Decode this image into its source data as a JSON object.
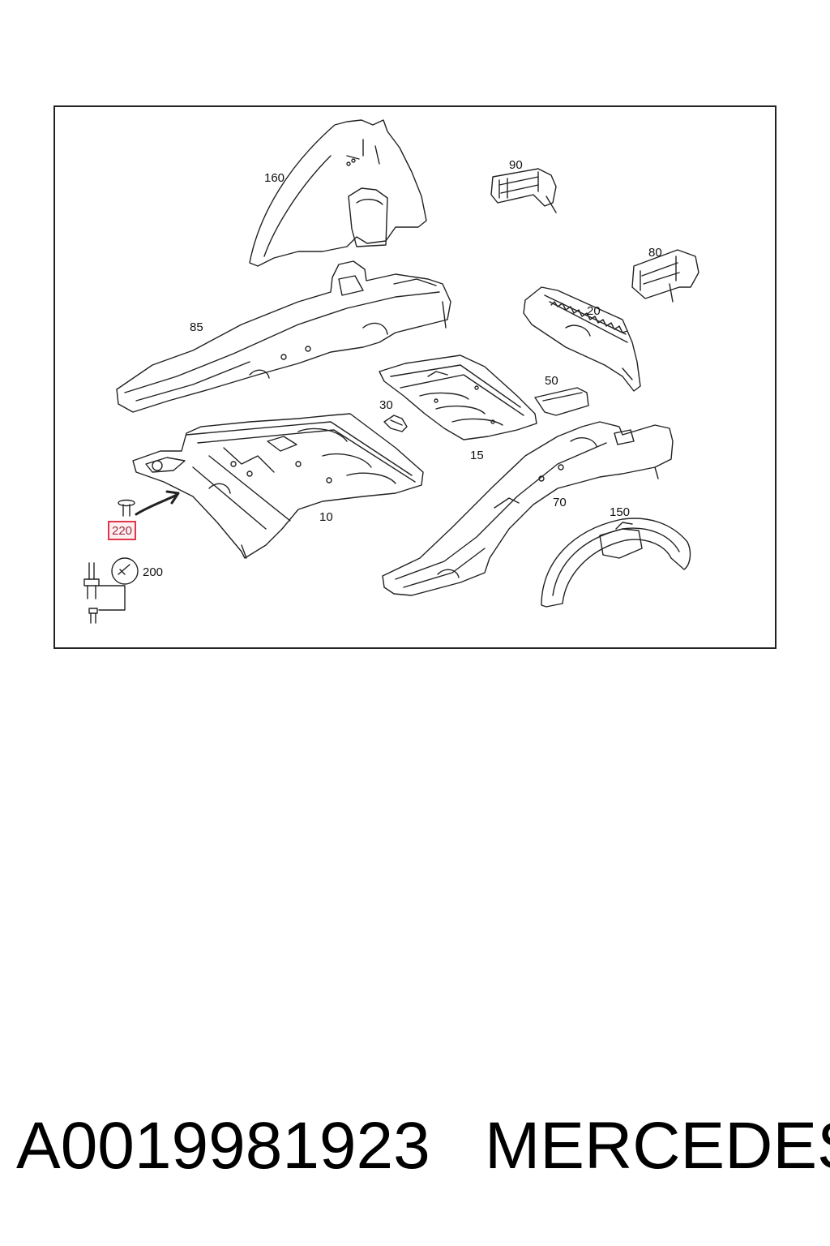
{
  "diagram": {
    "callouts": [
      {
        "id": "160",
        "label": "160"
      },
      {
        "id": "90",
        "label": "90"
      },
      {
        "id": "80",
        "label": "80"
      },
      {
        "id": "85",
        "label": "85"
      },
      {
        "id": "20",
        "label": "20"
      },
      {
        "id": "50",
        "label": "50"
      },
      {
        "id": "30",
        "label": "30"
      },
      {
        "id": "15",
        "label": "15"
      },
      {
        "id": "10",
        "label": "10"
      },
      {
        "id": "70",
        "label": "70"
      },
      {
        "id": "150",
        "label": "150"
      },
      {
        "id": "220",
        "label": "220",
        "highlighted": true
      },
      {
        "id": "200",
        "label": "200"
      }
    ],
    "highlight_color": "#e0364a"
  },
  "footer": {
    "part_number": "A0019981923",
    "brand": "MERCEDES"
  }
}
